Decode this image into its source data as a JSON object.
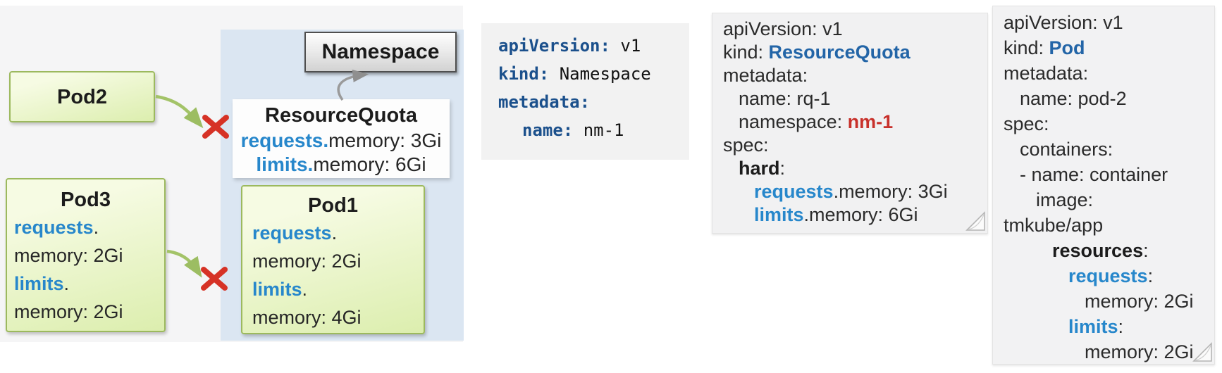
{
  "colors": {
    "key_blue": "#2787cb",
    "kind_navy": "#2365a7",
    "mono_key_navy": "#1b508c",
    "namespace_red": "#c8312b",
    "x_mark_red": "#d63226",
    "green_arrow": "#a3c368",
    "gray_arrow": "#9a9a9a",
    "pod_box_border": "#9cb95e",
    "namespace_area_blue": "#dbe6f2",
    "panel_gray": "#f2f2f2"
  },
  "diagram": {
    "namespace_box": {
      "label": "Namespace"
    },
    "resource_quota_box": {
      "title": "ResourceQuota",
      "lines": [
        {
          "seg": [
            {
              "t": "requests.",
              "c": "blue"
            },
            {
              "t": "memory: 3Gi"
            }
          ]
        },
        {
          "seg": [
            {
              "t": "limits.",
              "c": "blue"
            },
            {
              "t": "memory: 6Gi"
            }
          ]
        }
      ]
    },
    "pod1": {
      "title": "Pod1",
      "lines": [
        {
          "seg": [
            {
              "t": "requests",
              "c": "blue"
            },
            {
              "t": "."
            }
          ]
        },
        {
          "seg": [
            {
              "t": "memory: 2Gi"
            }
          ]
        },
        {
          "seg": [
            {
              "t": "limits",
              "c": "blue"
            },
            {
              "t": "."
            }
          ]
        },
        {
          "seg": [
            {
              "t": "memory: 4Gi"
            }
          ]
        }
      ]
    },
    "pod2": {
      "title": "Pod2"
    },
    "pod3": {
      "title": "Pod3",
      "lines": [
        {
          "seg": [
            {
              "t": "requests",
              "c": "blue"
            },
            {
              "t": "."
            }
          ]
        },
        {
          "seg": [
            {
              "t": "memory: 2Gi"
            }
          ]
        },
        {
          "seg": [
            {
              "t": "limits",
              "c": "blue"
            },
            {
              "t": "."
            }
          ]
        },
        {
          "seg": [
            {
              "t": "memory: 2Gi"
            }
          ]
        }
      ]
    }
  },
  "yaml_namespace": {
    "lines": [
      {
        "seg": [
          {
            "t": "apiVersion:",
            "c": "mkey"
          },
          {
            "t": " v1"
          }
        ]
      },
      {
        "seg": [
          {
            "t": "kind:",
            "c": "mkey"
          },
          {
            "t": " Namespace"
          }
        ]
      },
      {
        "seg": [
          {
            "t": "metadata:",
            "c": "mkey"
          }
        ]
      },
      {
        "ind": 1,
        "seg": [
          {
            "t": "name:",
            "c": "mkey"
          },
          {
            "t": " nm-1"
          }
        ]
      }
    ]
  },
  "yaml_resource_quota": {
    "lines": [
      {
        "seg": [
          {
            "t": "apiVersion: v1"
          }
        ]
      },
      {
        "seg": [
          {
            "t": "kind: "
          },
          {
            "t": "ResourceQuota",
            "c": "navy"
          }
        ]
      },
      {
        "seg": [
          {
            "t": "metadata:"
          }
        ]
      },
      {
        "ind": 1,
        "seg": [
          {
            "t": "name: rq-1"
          }
        ]
      },
      {
        "ind": 1,
        "seg": [
          {
            "t": "namespace: "
          },
          {
            "t": "nm-1",
            "c": "red"
          }
        ]
      },
      {
        "seg": [
          {
            "t": "spec:"
          }
        ]
      },
      {
        "ind": 1,
        "seg": [
          {
            "t": "hard",
            "c": "bold"
          },
          {
            "t": ":"
          }
        ]
      },
      {
        "ind": 2,
        "seg": [
          {
            "t": "requests",
            "c": "blue"
          },
          {
            "t": ".memory: 3Gi"
          }
        ]
      },
      {
        "ind": 2,
        "seg": [
          {
            "t": "limits",
            "c": "blue"
          },
          {
            "t": ".memory: 6Gi"
          }
        ]
      }
    ]
  },
  "yaml_pod": {
    "lines": [
      {
        "seg": [
          {
            "t": "apiVersion: v1"
          }
        ]
      },
      {
        "seg": [
          {
            "t": "kind: "
          },
          {
            "t": "Pod",
            "c": "navy"
          }
        ]
      },
      {
        "seg": [
          {
            "t": "metadata:"
          }
        ]
      },
      {
        "ind": 1,
        "seg": [
          {
            "t": "name: pod-2"
          }
        ]
      },
      {
        "seg": [
          {
            "t": "spec:"
          }
        ]
      },
      {
        "ind": 1,
        "seg": [
          {
            "t": "containers:"
          }
        ]
      },
      {
        "ind": 1,
        "seg": [
          {
            "t": "- name: container"
          }
        ]
      },
      {
        "ind": 2,
        "seg": [
          {
            "t": "image:"
          }
        ]
      },
      {
        "seg": [
          {
            "t": "tmkube/app"
          }
        ]
      },
      {
        "ind": 3,
        "seg": [
          {
            "t": "resources",
            "c": "bold"
          },
          {
            "t": ":"
          }
        ]
      },
      {
        "ind": 4,
        "seg": [
          {
            "t": "requests",
            "c": "blue"
          },
          {
            "t": ":"
          }
        ]
      },
      {
        "ind": 5,
        "seg": [
          {
            "t": "memory: 2Gi"
          }
        ]
      },
      {
        "ind": 4,
        "seg": [
          {
            "t": "limits",
            "c": "blue"
          },
          {
            "t": ":"
          }
        ]
      },
      {
        "ind": 5,
        "seg": [
          {
            "t": "memory: 2Gi"
          }
        ]
      }
    ]
  }
}
